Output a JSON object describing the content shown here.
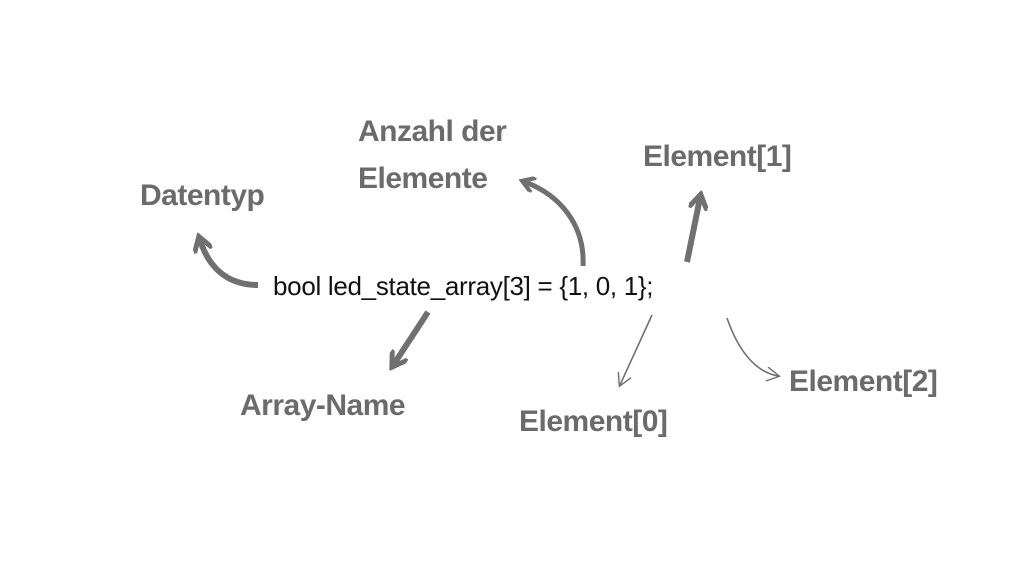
{
  "code": "bool led_state_array[3] = {1, 0, 1};",
  "labels": {
    "datatype": "Datentyp",
    "count_line1": "Anzahl der",
    "count_line2": "Elemente",
    "element1": "Element[1]",
    "array_name": "Array-Name",
    "element0": "Element[0]",
    "element2": "Element[2]"
  },
  "colors": {
    "label": "#6b6b6b",
    "arrow": "#707070",
    "code": "#111111"
  }
}
